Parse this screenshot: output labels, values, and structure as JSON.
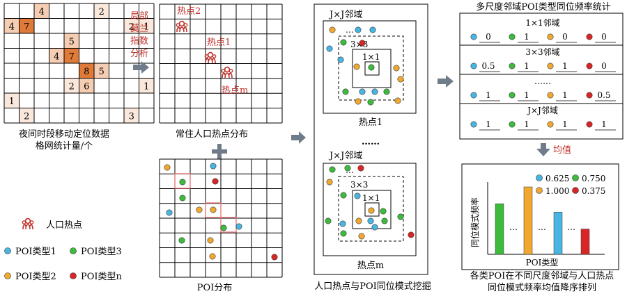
{
  "density_grid": {
    "cells": [
      {
        "r": 0,
        "c": 2,
        "v": "4",
        "tone": "light"
      },
      {
        "r": 0,
        "c": 6,
        "v": "2",
        "tone": "pale"
      },
      {
        "r": 1,
        "c": 0,
        "v": "4",
        "tone": "light"
      },
      {
        "r": 1,
        "c": 1,
        "v": "7",
        "tone": "dark"
      },
      {
        "r": 1,
        "c": 8,
        "v": "2",
        "tone": "pale"
      },
      {
        "r": 1,
        "c": 9,
        "v": "1",
        "tone": "pale"
      },
      {
        "r": 2,
        "c": 4,
        "v": "5",
        "tone": "light"
      },
      {
        "r": 3,
        "c": 3,
        "v": "4",
        "tone": "light"
      },
      {
        "r": 3,
        "c": 4,
        "v": "7",
        "tone": "dark"
      },
      {
        "r": 4,
        "c": 5,
        "v": "8",
        "tone": "dark"
      },
      {
        "r": 4,
        "c": 6,
        "v": "5",
        "tone": "light"
      },
      {
        "r": 5,
        "c": 4,
        "v": "2",
        "tone": "pale"
      },
      {
        "r": 5,
        "c": 5,
        "v": "6",
        "tone": "light"
      },
      {
        "r": 5,
        "c": 9,
        "v": "1",
        "tone": "pale"
      },
      {
        "r": 6,
        "c": 0,
        "v": "1",
        "tone": "pale"
      },
      {
        "r": 7,
        "c": 1,
        "v": "2",
        "tone": "pale"
      },
      {
        "r": 7,
        "c": 8,
        "v": "3",
        "tone": "pale"
      }
    ],
    "caption_line1": "夜间时段移动定位数据",
    "caption_line2": "格网统计量/个"
  },
  "moran_arrow_label": [
    "局部",
    "莫兰",
    "指数",
    "分析"
  ],
  "hotspot_grid": {
    "caption": "常住人口热点分布",
    "labels": [
      "热点2",
      "热点1",
      "热点m"
    ]
  },
  "poi_grid": {
    "caption": "POI分布"
  },
  "legend": {
    "hotspot": "人口热点",
    "poi1": "POI类型1",
    "poi2": "POI类型2",
    "poi3": "POI类型3",
    "poin": "POI类型n"
  },
  "mining_panel": {
    "outer_label": "J×J邻域",
    "mid_label": "3×3",
    "inner_label": "1×1",
    "top_ellipsis": "…",
    "hotspot1": "热点1",
    "hotspotm": "热点m",
    "middle_dots": "……",
    "caption": "人口热点与POI同位模式挖掘"
  },
  "freq_table": {
    "title": "多尺度邻域POI类型同位频率统计",
    "rows": [
      {
        "label": "1×1邻域",
        "values": [
          "0",
          "1",
          "0",
          "0"
        ]
      },
      {
        "label": "3×3邻域",
        "values": [
          "0.5",
          "1",
          "1",
          "0"
        ]
      },
      {
        "label": "……",
        "values": [
          "1",
          "1",
          "1",
          "0.5"
        ]
      },
      {
        "label": "J×J邻域",
        "values": [
          "1",
          "1",
          "1",
          "1"
        ]
      }
    ]
  },
  "mean_label": "均值",
  "bar_panel": {
    "ylabel": "同位模式频率",
    "xlabel": "POI类型",
    "legend_values": [
      "0.625",
      "0.750",
      "1.000",
      "0.375"
    ],
    "ellipsis": "…",
    "caption_line1": "各类POI在不同尺度邻域与人口热点",
    "caption_line2": "同位模式频率均值降序排列"
  },
  "chart_data": {
    "type": "bar",
    "categories": [
      "POI类型3",
      "POI类型2",
      "POI类型1",
      "POI类型n"
    ],
    "values": [
      0.75,
      1.0,
      0.625,
      0.375
    ],
    "xlabel": "POI类型",
    "ylabel": "同位模式频率"
  },
  "colors": {
    "poi1": "#49b5e3",
    "poi2": "#f0a830",
    "poi3": "#3dbb3d",
    "poin": "#d92525",
    "hot_red": "#c0302a",
    "arrow": "#6f7c89",
    "dark_cell": "#e07a38",
    "light_cell": "#f5cdb2",
    "pale_cell": "#fbe8dc"
  }
}
